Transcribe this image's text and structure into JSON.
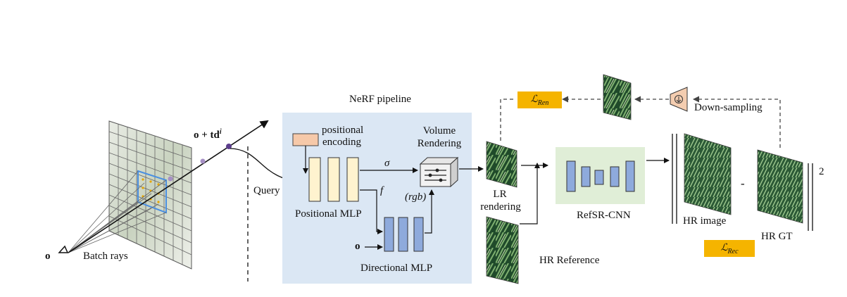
{
  "labels": {
    "origin": "o",
    "batch_rays": "Batch rays",
    "ray_eq": "o + td",
    "ray_eq_sup": "i",
    "query": "Query",
    "nerf_title": "NeRF pipeline",
    "pe_1": "positional",
    "pe_2": "encoding",
    "pos_mlp": "Positional MLP",
    "sigma": "σ",
    "f": "f",
    "vr_1": "Volume",
    "vr_2": "Rendering",
    "rgb": "(rgb)",
    "dir_o": "o",
    "dir_mlp": "Directional MLP",
    "lr_1": "LR",
    "lr_2": "rendering",
    "hr_ref": "HR Reference",
    "refsr": "RefSR-CNN",
    "hr_image": "HR image",
    "minus": "-",
    "hr_gt": "HR GT",
    "norm_sub": "2",
    "down": "Down-sampling",
    "loss_ren_main": "ℒ",
    "loss_ren_sub": "Ren",
    "loss_rec_main": "ℒ",
    "loss_rec_sub": "Rec"
  },
  "colors": {
    "nerf_bg": "#dbe7f4",
    "refsr_bg": "#e0eed7",
    "mlp_yellow": "#fff3cf",
    "mlp_blue": "#8eaadc",
    "pe_box": "#f6c9a9",
    "loss": "#f5b400",
    "down_sampler": "#f4cdb0"
  }
}
